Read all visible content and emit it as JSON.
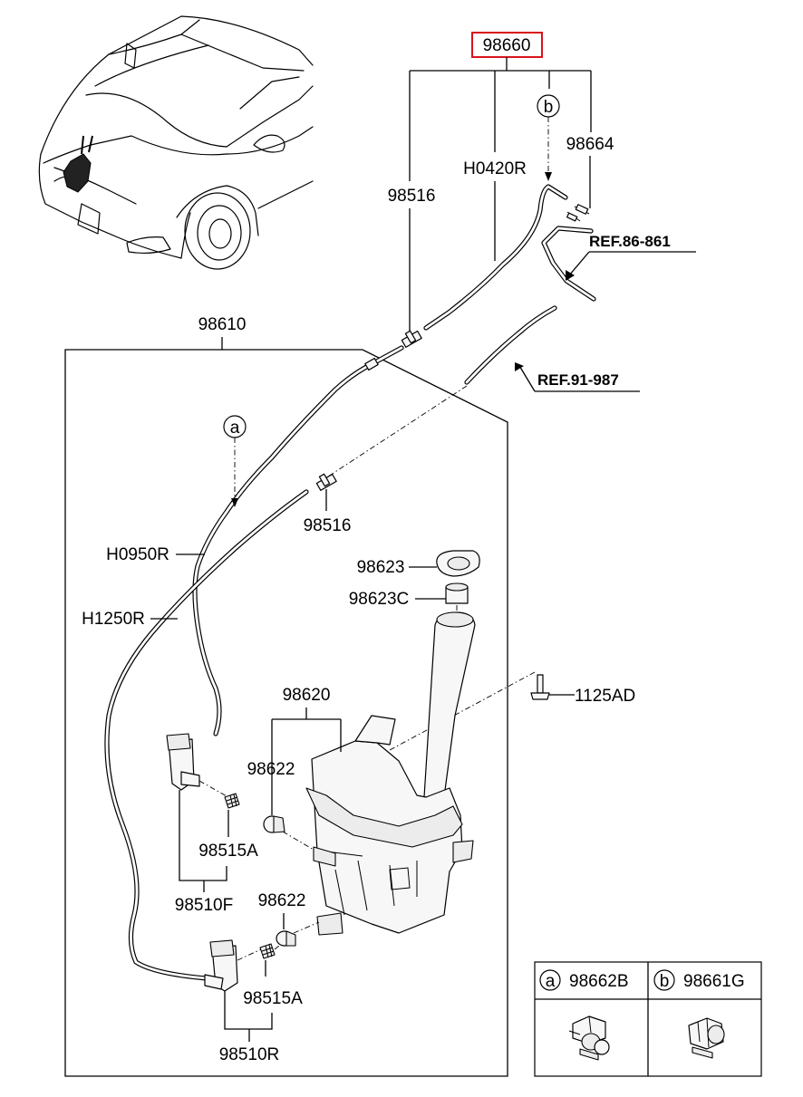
{
  "labels": {
    "assembly_top": "98660",
    "tube_98516_upper": "98516",
    "hose_h0420r": "H0420R",
    "hose_98664": "98664",
    "ref_86_861": "REF.86-861",
    "assembly_98610": "98610",
    "ref_91_987": "REF.91-987",
    "clip_a": "a",
    "clip_b": "b",
    "tube_98516_lower": "98516",
    "hose_h0950r": "H0950R",
    "hose_h1250r": "H1250R",
    "cap_98623": "98623",
    "cap_98623c": "98623C",
    "reservoir_98620": "98620",
    "bolt_1125ad": "1125AD",
    "grommet_98622_upper": "98622",
    "filter_98515a_upper": "98515A",
    "pump_98510f": "98510F",
    "grommet_98622_lower": "98622",
    "filter_98515a_lower": "98515A",
    "pump_98510r": "98510R"
  },
  "legend": {
    "a_letter": "a",
    "a_part": "98662B",
    "b_letter": "b",
    "b_part": "98661G"
  },
  "colors": {
    "highlight_box": "#d9121b",
    "ink": "#000000"
  }
}
